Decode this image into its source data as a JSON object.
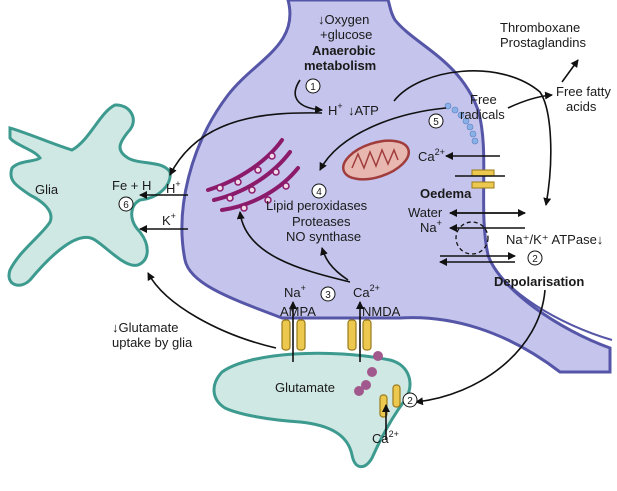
{
  "labels": {
    "oxygen": "↓Oxygen",
    "glucose": "+glucose",
    "anaerobic1": "Anaerobic",
    "anaerobic2": "metabolism",
    "thromboxane": "Thromboxane",
    "prostaglandins": "Prostaglandins",
    "h_plus": "H",
    "atp": "↓ATP",
    "free_radicals1": "Free",
    "free_radicals2": "radicals",
    "ffa1": "Free fatty",
    "ffa2": "acids",
    "glia": "Glia",
    "fe_h": "Fe + H",
    "glia_h": "H",
    "glia_k": "K",
    "ca_mito": "Ca",
    "oedema": "Oedema",
    "water": "Water",
    "na_right": "Na",
    "nak_atpase": "Na⁺/K⁺ ATPase↓",
    "lipid": "Lipid peroxidases",
    "proteases": "Proteases",
    "no_synthase": "NO synthase",
    "depolarisation": "Depolarisation",
    "na_ampa": "Na",
    "ca_nmda": "Ca",
    "ampa": "AMPA",
    "nmda": "NMDA",
    "glut_uptake1": "↓Glutamate",
    "glut_uptake2": "uptake by glia",
    "glutamate": "Glutamate",
    "ca_bottom": "Ca",
    "plus": "+",
    "two_plus": "2+"
  },
  "steps": [
    "1",
    "2",
    "3",
    "4",
    "5",
    "6",
    "2"
  ],
  "colors": {
    "neuron_fill": "#c4c4ec",
    "neuron_edge": "#5656a8",
    "glia_fill": "#cfe8e4",
    "glia_edge": "#3d9a8f",
    "receptor": "#ecc84e",
    "vesicle": "#a1588c",
    "er": "#8c1a6a",
    "mito_fill": "#e8b8b0",
    "mito_edge": "#a03c3c",
    "dots": "#8ab0e8"
  }
}
